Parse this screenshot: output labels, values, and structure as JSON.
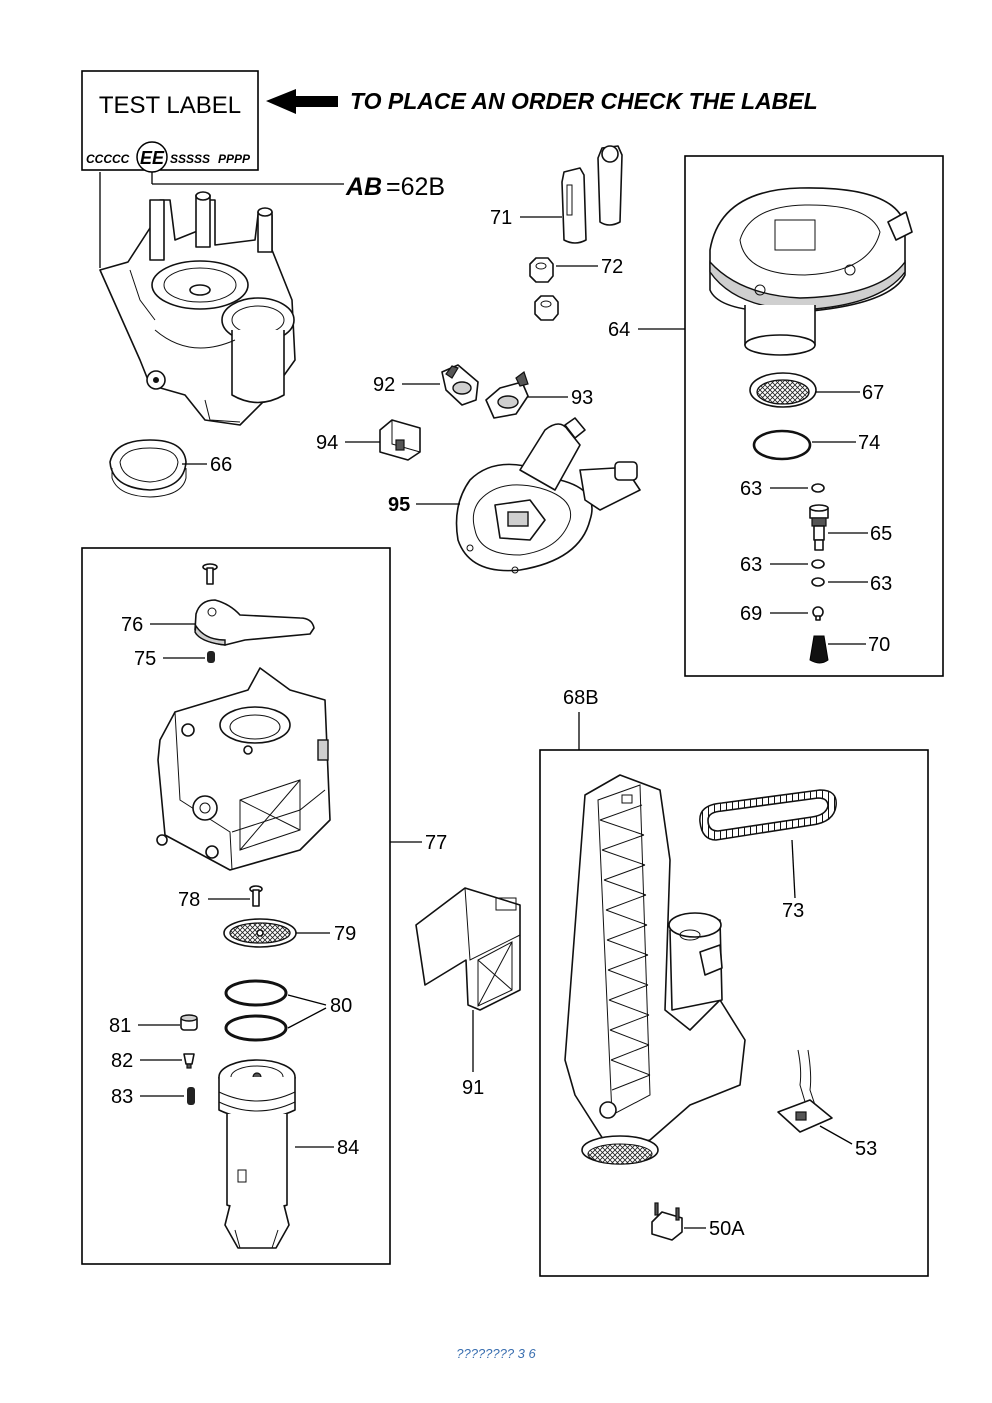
{
  "label_box": {
    "title": "TEST LABEL",
    "code_left": "CCCCC",
    "code_circle": "EE",
    "code_mid": "SSSSS",
    "code_right": "PPPP"
  },
  "header": {
    "instruction": "TO PLACE AN ORDER CHECK THE LABEL",
    "ab_key": "AB",
    "ab_value": "=62B"
  },
  "callouts": {
    "n71": "71",
    "n72": "72",
    "n64": "64",
    "n67": "67",
    "n74": "74",
    "n63a": "63",
    "n65": "65",
    "n63b": "63",
    "n63c": "63",
    "n69": "69",
    "n70": "70",
    "n92": "92",
    "n93": "93",
    "n94": "94",
    "n95": "95",
    "n66": "66",
    "n76": "76",
    "n75": "75",
    "n77": "77",
    "n78": "78",
    "n79": "79",
    "n80": "80",
    "n81": "81",
    "n82": "82",
    "n83": "83",
    "n84": "84",
    "n68b": "68B",
    "n73": "73",
    "n91": "91",
    "n53": "53",
    "n50a": "50A"
  },
  "footer": {
    "page_text": "???????? 3   6"
  }
}
